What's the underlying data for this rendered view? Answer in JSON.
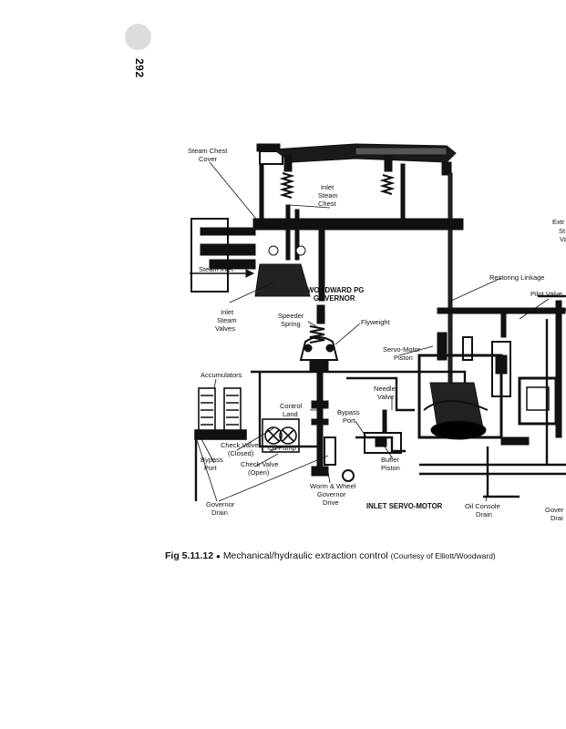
{
  "page": {
    "number": "292"
  },
  "figure": {
    "labels": {
      "steam_chest_cover": [
        "Steam Chest",
        "Cover"
      ],
      "inlet_steam_chest": [
        "Inlet",
        "Steam",
        "Chest"
      ],
      "steam_inlet": "Steam Inlet",
      "extraction_cut": [
        "Extr",
        "St",
        "Va"
      ],
      "restoring_linkage": "Restoring Linkage",
      "pilot_valve": "Pilot Valve",
      "woodward_pg_governor": [
        "WOODWARD PG",
        "GOVERNOR"
      ],
      "inlet_steam_valves": [
        "Inlet",
        "Steam",
        "Valves"
      ],
      "speeder_spring": [
        "Speeder",
        "Spring"
      ],
      "flyweight": "Flyweight",
      "servo_motor_piston": [
        "Servo-Motor",
        "Piston"
      ],
      "accumulators": "Accumulators",
      "needle_valve": [
        "Needle",
        "Valve"
      ],
      "control_land": [
        "Control",
        "Land"
      ],
      "bypass_port_upper": [
        "Bypass",
        "Port"
      ],
      "check_valve_closed": [
        "Check Valve",
        "(Closed)"
      ],
      "oil_pump": "Oil Pump",
      "bypass_port_left": [
        "Bypass",
        "Port"
      ],
      "check_valve_open": [
        "Check Valve",
        "(Open)"
      ],
      "buffer_piston": [
        "Buffer",
        "Piston"
      ],
      "worm_wheel_drive": [
        "Worm & Wheel",
        "Governor",
        "Drive"
      ],
      "inlet_servo_motor": "INLET SERVO-MOTOR",
      "oil_console_drain": [
        "Oil Console",
        "Drain"
      ],
      "governor_drain": [
        "Governor",
        "Drain"
      ],
      "governor_drain_cut": [
        "Gover",
        "Drai"
      ]
    }
  },
  "caption": {
    "figure_number": "Fig 5.11.12",
    "bullet": "●",
    "title": "Mechanical/hydraulic extraction control",
    "credit": "(Courtesy of Elliott/Woodward)"
  }
}
